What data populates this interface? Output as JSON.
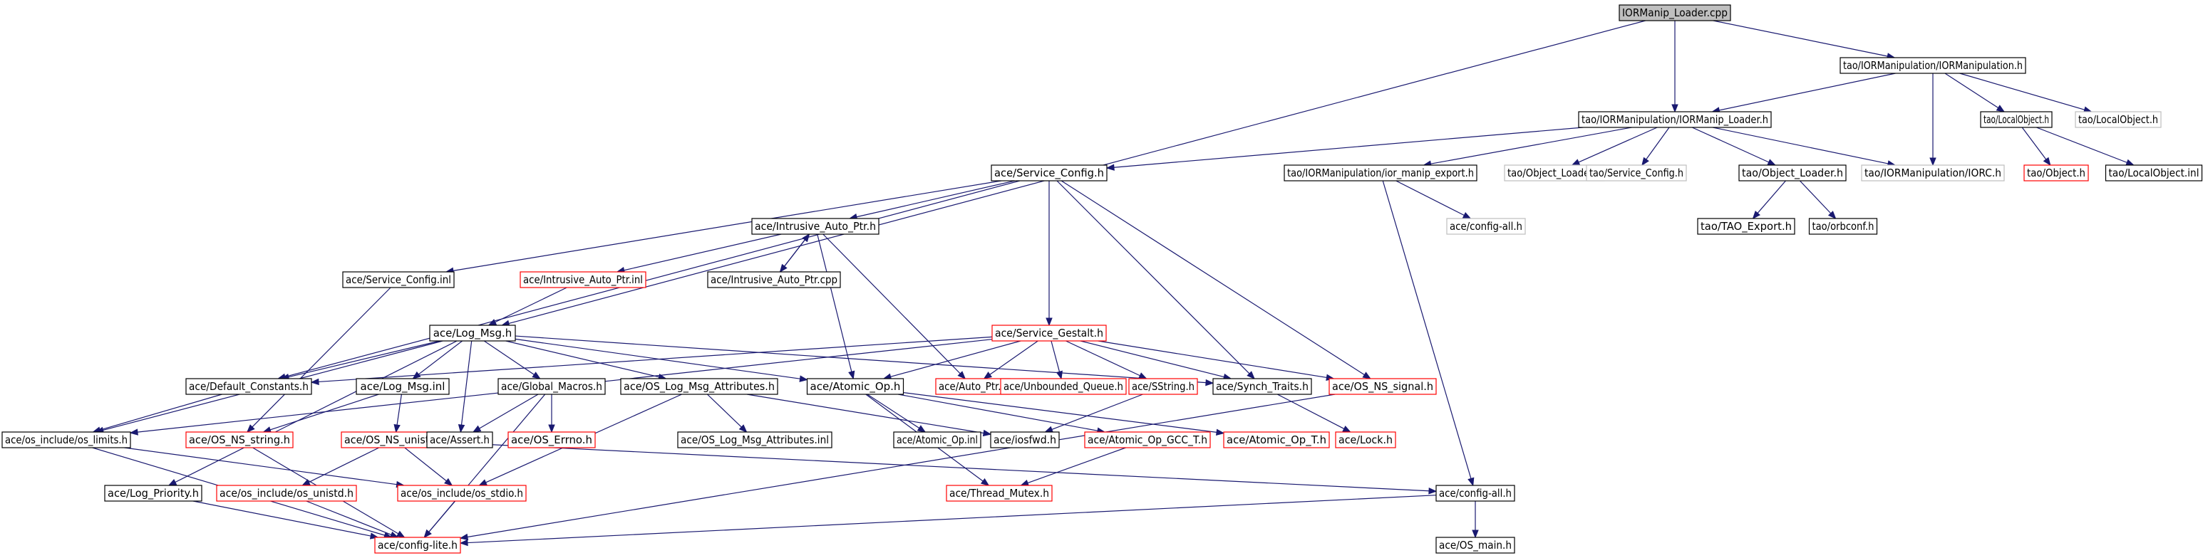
{
  "graph": {
    "colors": {
      "edge": "#191970",
      "normal_border": "#000000",
      "missing_border": "#ff0000",
      "external_border": "#bfbfbf",
      "root_fill": "#bfbfbf"
    },
    "nodes": [
      {
        "id": "n0",
        "label": "IORManip_Loader.cpp",
        "style": "root"
      },
      {
        "id": "n1",
        "label": "tao/IORManipulation/IORManipulation.h",
        "style": "normal"
      },
      {
        "id": "n2",
        "label": "tao/IORManipulation/IORManip_Loader.h",
        "style": "normal"
      },
      {
        "id": "n3",
        "label": "tao/LocalObject.h",
        "style": "normal"
      },
      {
        "id": "n4",
        "label": "tao/LocalObject.h",
        "style": "external"
      },
      {
        "id": "n5",
        "label": "ace/Service_Config.h",
        "style": "normal"
      },
      {
        "id": "n6",
        "label": "tao/IORManipulation/ior_manip_export.h",
        "style": "normal"
      },
      {
        "id": "n7",
        "label": "tao/Object_Loader.h",
        "style": "external"
      },
      {
        "id": "n8",
        "label": "tao/Service_Config.h",
        "style": "external"
      },
      {
        "id": "n9",
        "label": "tao/Object_Loader.h",
        "style": "normal"
      },
      {
        "id": "n10",
        "label": "tao/IORManipulation/IORC.h",
        "style": "external"
      },
      {
        "id": "n11",
        "label": "tao/Object.h",
        "style": "missing"
      },
      {
        "id": "n12",
        "label": "tao/LocalObject.inl",
        "style": "normal"
      },
      {
        "id": "n13",
        "label": "ace/Intrusive_Auto_Ptr.h",
        "style": "normal"
      },
      {
        "id": "n14",
        "label": "ace/config-all.h",
        "style": "external"
      },
      {
        "id": "n15",
        "label": "tao/TAO_Export.h",
        "style": "normal"
      },
      {
        "id": "n16",
        "label": "tao/orbconf.h",
        "style": "normal"
      },
      {
        "id": "n17",
        "label": "ace/Service_Config.inl",
        "style": "normal"
      },
      {
        "id": "n18",
        "label": "ace/Intrusive_Auto_Ptr.inl",
        "style": "missing"
      },
      {
        "id": "n19",
        "label": "ace/Intrusive_Auto_Ptr.cpp",
        "style": "normal"
      },
      {
        "id": "n20",
        "label": "ace/Log_Msg.h",
        "style": "normal"
      },
      {
        "id": "n21",
        "label": "ace/Service_Gestalt.h",
        "style": "missing"
      },
      {
        "id": "n22",
        "label": "ace/Default_Constants.h",
        "style": "normal"
      },
      {
        "id": "n23",
        "label": "ace/Log_Msg.inl",
        "style": "normal"
      },
      {
        "id": "n24",
        "label": "ace/Global_Macros.h",
        "style": "normal"
      },
      {
        "id": "n25",
        "label": "ace/OS_Log_Msg_Attributes.h",
        "style": "normal"
      },
      {
        "id": "n26",
        "label": "ace/Atomic_Op.h",
        "style": "normal"
      },
      {
        "id": "n27",
        "label": "ace/Auto_Ptr.h",
        "style": "missing"
      },
      {
        "id": "n28",
        "label": "ace/Unbounded_Queue.h",
        "style": "missing"
      },
      {
        "id": "n29",
        "label": "ace/SString.h",
        "style": "missing"
      },
      {
        "id": "n30",
        "label": "ace/Synch_Traits.h",
        "style": "normal"
      },
      {
        "id": "n31",
        "label": "ace/OS_NS_signal.h",
        "style": "missing"
      },
      {
        "id": "n32",
        "label": "ace/os_include/os_limits.h",
        "style": "normal"
      },
      {
        "id": "n33",
        "label": "ace/OS_NS_string.h",
        "style": "missing"
      },
      {
        "id": "n34",
        "label": "ace/OS_NS_unistd.h",
        "style": "missing"
      },
      {
        "id": "n35",
        "label": "ace/Assert.h",
        "style": "normal"
      },
      {
        "id": "n36",
        "label": "ace/OS_Errno.h",
        "style": "missing"
      },
      {
        "id": "n37",
        "label": "ace/OS_Log_Msg_Attributes.inl",
        "style": "normal"
      },
      {
        "id": "n38",
        "label": "ace/Atomic_Op.inl",
        "style": "normal"
      },
      {
        "id": "n39",
        "label": "ace/iosfwd.h",
        "style": "normal"
      },
      {
        "id": "n40",
        "label": "ace/Atomic_Op_GCC_T.h",
        "style": "missing"
      },
      {
        "id": "n41",
        "label": "ace/Atomic_Op_T.h",
        "style": "missing"
      },
      {
        "id": "n42",
        "label": "ace/Lock.h",
        "style": "missing"
      },
      {
        "id": "n43",
        "label": "ace/Log_Priority.h",
        "style": "normal"
      },
      {
        "id": "n44",
        "label": "ace/os_include/os_unistd.h",
        "style": "missing"
      },
      {
        "id": "n45",
        "label": "ace/os_include/os_stdio.h",
        "style": "missing"
      },
      {
        "id": "n46",
        "label": "ace/Thread_Mutex.h",
        "style": "missing"
      },
      {
        "id": "n47",
        "label": "ace/config-all.h",
        "style": "normal"
      },
      {
        "id": "n48",
        "label": "ace/config-lite.h",
        "style": "missing"
      },
      {
        "id": "n49",
        "label": "ace/OS_main.h",
        "style": "normal"
      }
    ],
    "edges": [
      [
        "n0",
        "n1"
      ],
      [
        "n0",
        "n2"
      ],
      [
        "n0",
        "n20"
      ],
      [
        "n1",
        "n2"
      ],
      [
        "n1",
        "n3"
      ],
      [
        "n1",
        "n4"
      ],
      [
        "n1",
        "n10"
      ],
      [
        "n2",
        "n5"
      ],
      [
        "n2",
        "n6"
      ],
      [
        "n2",
        "n7"
      ],
      [
        "n2",
        "n8"
      ],
      [
        "n2",
        "n9"
      ],
      [
        "n2",
        "n10"
      ],
      [
        "n3",
        "n11"
      ],
      [
        "n3",
        "n12"
      ],
      [
        "n5",
        "n13"
      ],
      [
        "n5",
        "n17"
      ],
      [
        "n5",
        "n21"
      ],
      [
        "n5",
        "n22"
      ],
      [
        "n5",
        "n30"
      ],
      [
        "n5",
        "n31"
      ],
      [
        "n6",
        "n14"
      ],
      [
        "n6",
        "n47"
      ],
      [
        "n9",
        "n15"
      ],
      [
        "n9",
        "n16"
      ],
      [
        "n13",
        "n18"
      ],
      [
        "n13",
        "n19"
      ],
      [
        "n13",
        "n26"
      ],
      [
        "n13",
        "n27"
      ],
      [
        "n19",
        "n13"
      ],
      [
        "n17",
        "n33"
      ],
      [
        "n18",
        "n20"
      ],
      [
        "n20",
        "n22"
      ],
      [
        "n20",
        "n23"
      ],
      [
        "n20",
        "n24"
      ],
      [
        "n20",
        "n25"
      ],
      [
        "n20",
        "n26"
      ],
      [
        "n20",
        "n35"
      ],
      [
        "n20",
        "n32"
      ],
      [
        "n20",
        "n43"
      ],
      [
        "n20",
        "n30"
      ],
      [
        "n21",
        "n22"
      ],
      [
        "n21",
        "n26"
      ],
      [
        "n21",
        "n27"
      ],
      [
        "n21",
        "n28"
      ],
      [
        "n21",
        "n29"
      ],
      [
        "n21",
        "n30"
      ],
      [
        "n21",
        "n31"
      ],
      [
        "n21",
        "n32"
      ],
      [
        "n22",
        "n32"
      ],
      [
        "n23",
        "n33"
      ],
      [
        "n23",
        "n34"
      ],
      [
        "n24",
        "n35"
      ],
      [
        "n24",
        "n36"
      ],
      [
        "n24",
        "n48"
      ],
      [
        "n25",
        "n37"
      ],
      [
        "n25",
        "n39"
      ],
      [
        "n25",
        "n45"
      ],
      [
        "n26",
        "n38"
      ],
      [
        "n26",
        "n40"
      ],
      [
        "n26",
        "n41"
      ],
      [
        "n26",
        "n46"
      ],
      [
        "n29",
        "n39"
      ],
      [
        "n30",
        "n42"
      ],
      [
        "n31",
        "n48"
      ],
      [
        "n32",
        "n45"
      ],
      [
        "n32",
        "n48"
      ],
      [
        "n33",
        "n48"
      ],
      [
        "n34",
        "n44"
      ],
      [
        "n34",
        "n45"
      ],
      [
        "n34",
        "n47"
      ],
      [
        "n40",
        "n46"
      ],
      [
        "n43",
        "n48"
      ],
      [
        "n44",
        "n48"
      ],
      [
        "n45",
        "n48"
      ],
      [
        "n47",
        "n48"
      ],
      [
        "n47",
        "n49"
      ]
    ]
  }
}
